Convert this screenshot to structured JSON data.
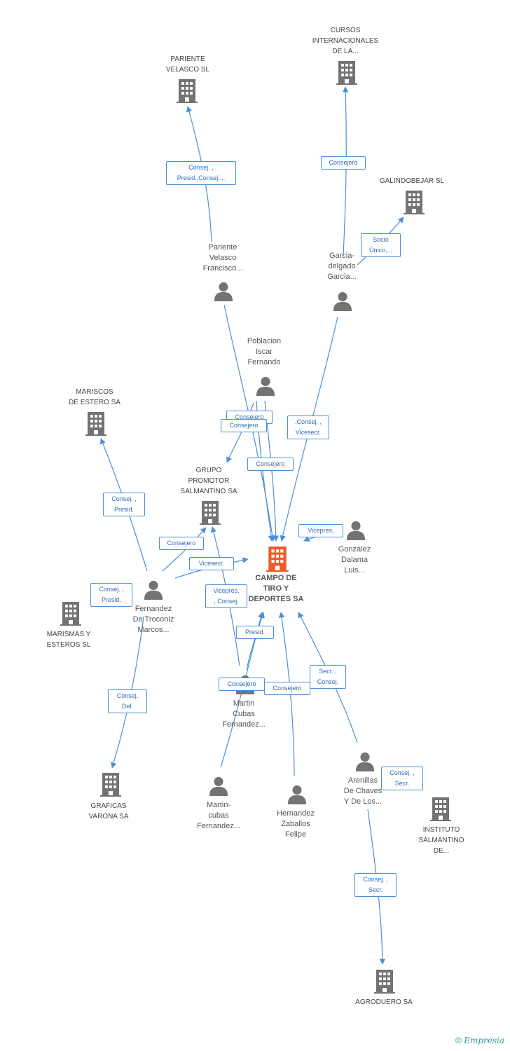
{
  "colors": {
    "accent_orange": "#f05a28",
    "node_gray": "#737373",
    "edge_blue": "#4a90d9"
  },
  "center": {
    "label": "CAMPO DE\nTIRO Y\nDEPORTES SA"
  },
  "companies": {
    "cursos": "CURSOS\nINTERNACIONALES\nDE LA...",
    "pariente_sl": "PARIENTE\nVELASCO SL",
    "galindobejar": "GALINDOBEJAR SL",
    "mariscos": "MARISCOS\nDE ESTERO SA",
    "grupo": "GRUPO\nPROMOTOR\nSALMANTINO SA",
    "marismas": "MARISMAS Y\nESTEROS SL",
    "graficas": "GRAFICAS\nVARONA SA",
    "instituto": "INSTITUTO\nSALMANTINO\nDE...",
    "agroduero": "AGRODUERO SA"
  },
  "persons": {
    "pariente": "Pariente\nVelasco\nFrancisco...",
    "garcia": "Garcia-\ndelgado\nGarcia...",
    "poblacion": "Poblacion\nIscar\nFernando",
    "gonzalez": "Gonzalez\nDalama\nLuis...",
    "fernandez": "Fernandez\nDe Troconiz\nMarcos...",
    "martin": "Martin\nCubas\nFernandez...",
    "martincubas": "Martin-\ncubas\nFernandez...",
    "hernandez": "Hernandez\nZaballos\nFelipe",
    "arenillas": "Arenillas\nDe Chaves\nY De Los..."
  },
  "relations": {
    "r1": "Consej. ,\nPresid.,Consej....",
    "r2": "Consejero",
    "r3": "Socio\nÚnico,...",
    "r4": "Consejero",
    "r5": "Consejero",
    "r6": ".Consej. ,\nVicesecr.",
    "r7": "Consejero",
    "r8": "Consej. ,\nPresid.",
    "r9": "Consejero",
    "r10": "Vicepres.",
    "r11": "Vicesecr.",
    "r12": "Consej. ,\nPresid.",
    "r13": "Vicepres.\n, Consej.",
    "r14": "Presid.",
    "r15": "Consej.\nDel.",
    "r16": "Consejero",
    "r17": "Consejero",
    "r18": "Secr. ,\nConsej.",
    "r19": "Consej. ,\nSecr.",
    "r20": "Consej. ,\nSecr."
  },
  "footer": {
    "copyright": "©",
    "brand_initial": "E",
    "brand_rest": "mpresia"
  }
}
